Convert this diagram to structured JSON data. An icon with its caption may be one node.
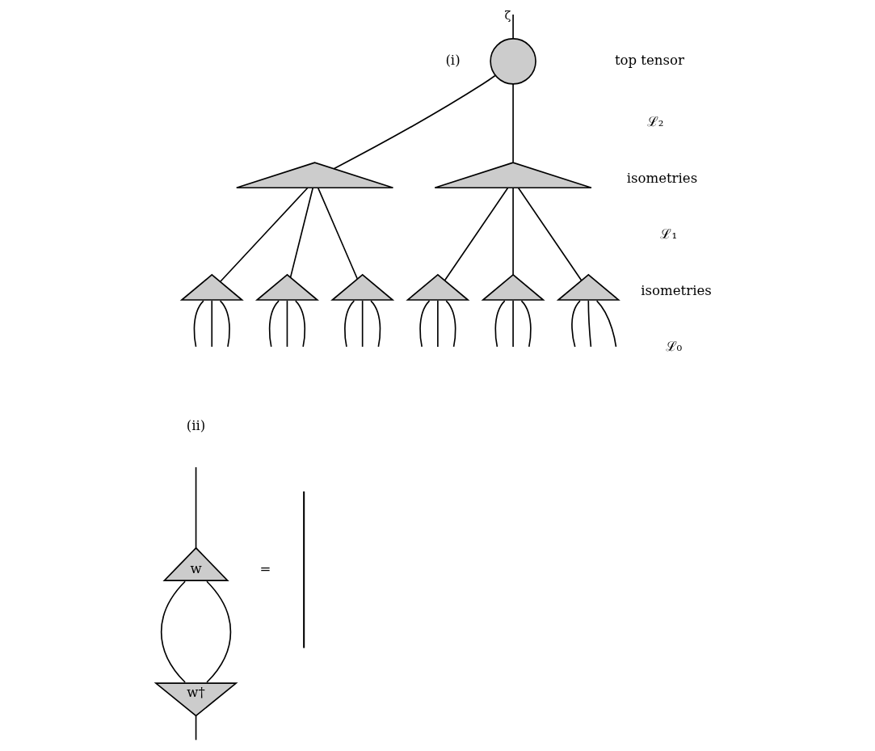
{
  "diagram": {
    "nodes": [
      {
        "text": [],
        "shape": "circle"
      },
      {
        "text": [],
        "shape": "triangle"
      },
      {
        "text": [],
        "shape": "triangle"
      },
      {
        "text": [],
        "shape": "triangle"
      },
      {
        "text": [],
        "shape": "triangle"
      },
      {
        "text": [],
        "shape": "triangle"
      },
      {
        "text": [],
        "shape": "triangle"
      },
      {
        "text": [],
        "shape": "triangle"
      },
      {
        "text": [],
        "shape": "triangle"
      },
      {
        "text": [
          "w"
        ]
      },
      {
        "text": [
          "w†"
        ]
      },
      {
        "text": [],
        "shape": "bar"
      }
    ],
    "edges": [
      {
        "from": null,
        "to": 0,
        "arrow": "none",
        "label": "ζ"
      },
      {
        "from": 0,
        "to": 1,
        "arrow": "none"
      },
      {
        "from": 0,
        "to": 2,
        "arrow": "none"
      },
      {
        "from": 1,
        "to": 3,
        "arrow": "none"
      },
      {
        "from": 1,
        "to": 4,
        "arrow": "none"
      },
      {
        "from": 1,
        "to": 5,
        "arrow": "none"
      },
      {
        "from": 2,
        "to": 6,
        "arrow": "none"
      },
      {
        "from": 2,
        "to": 7,
        "arrow": "none"
      },
      {
        "from": 2,
        "to": 8,
        "arrow": "none"
      },
      {
        "from": 3,
        "to": null,
        "arrow": "none"
      },
      {
        "from": 3,
        "to": null,
        "arrow": "none"
      },
      {
        "from": 3,
        "to": null,
        "arrow": "none"
      },
      {
        "from": 4,
        "to": null,
        "arrow": "none"
      },
      {
        "from": 4,
        "to": null,
        "arrow": "none"
      },
      {
        "from": 4,
        "to": null,
        "arrow": "none"
      },
      {
        "from": 5,
        "to": null,
        "arrow": "none"
      },
      {
        "from": 5,
        "to": null,
        "arrow": "none"
      },
      {
        "from": 5,
        "to": null,
        "arrow": "none"
      },
      {
        "from": 6,
        "to": null,
        "arrow": "none"
      },
      {
        "from": 6,
        "to": null,
        "arrow": "none"
      },
      {
        "from": 6,
        "to": null,
        "arrow": "none"
      },
      {
        "from": 7,
        "to": null,
        "arrow": "none"
      },
      {
        "from": 7,
        "to": null,
        "arrow": "none"
      },
      {
        "from": 7,
        "to": null,
        "arrow": "none"
      },
      {
        "from": 8,
        "to": null,
        "arrow": "none"
      },
      {
        "from": 8,
        "to": null,
        "arrow": "none"
      },
      {
        "from": 8,
        "to": null,
        "arrow": "none"
      },
      {
        "from": null,
        "to": 9,
        "arrow": "none"
      },
      {
        "from": 9,
        "to": 10,
        "arrow": "none"
      },
      {
        "from": 9,
        "to": 10,
        "arrow": "none"
      },
      {
        "from": 10,
        "to": null,
        "arrow": "none"
      }
    ],
    "labels": [
      "(i)",
      "top tensor",
      "ℒ₂",
      "isometries",
      "ℒ₁",
      "isometries",
      "ℒ₀",
      "(ii)",
      "="
    ]
  }
}
